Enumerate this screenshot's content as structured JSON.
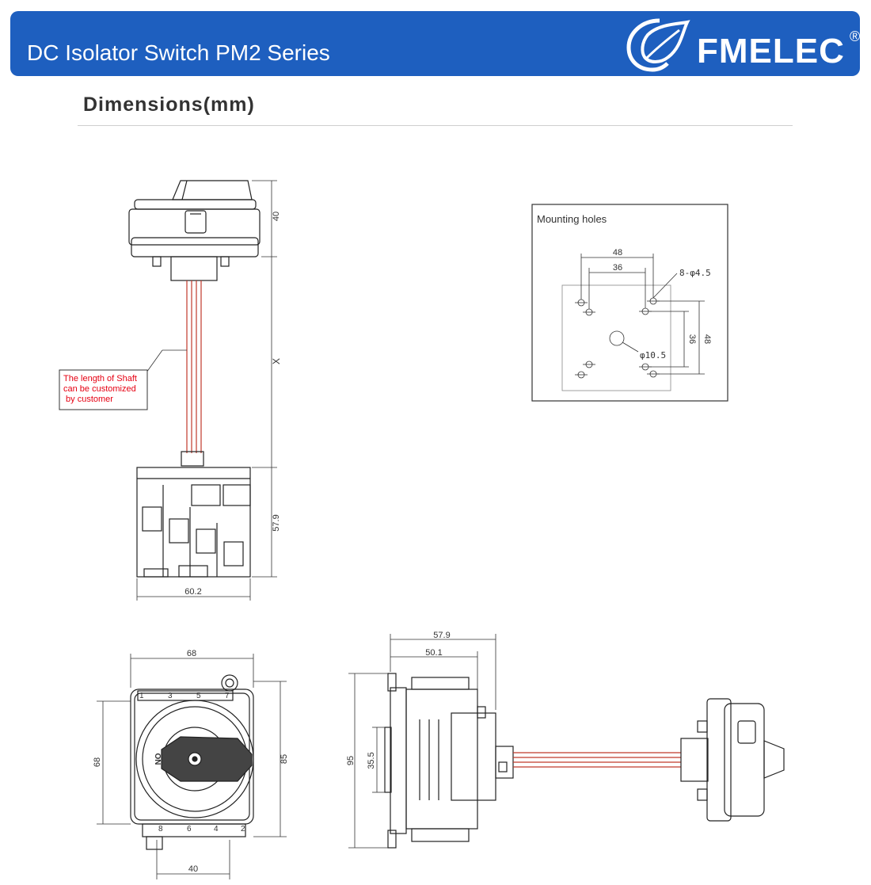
{
  "header": {
    "title": "DC Isolator Switch PM2 Series",
    "brand": "FMELEC",
    "registered_mark": "®",
    "accent_color": "#1e5fbf"
  },
  "section": {
    "title": "Dimensions(mm)"
  },
  "side_view": {
    "dim_top": "40",
    "dim_shaft": "X",
    "dim_body_height": "57.9",
    "dim_body_width": "60.2",
    "note_lines": [
      "The length of Shaft",
      "can be customized",
      " by customer"
    ],
    "note_color": "#e60012"
  },
  "mounting_holes": {
    "title": "Mounting holes",
    "dim_outer_h": "48",
    "dim_inner_h": "36",
    "hole_label": "8-φ4.5",
    "center_label": "φ10.5",
    "dim_inner_v": "36",
    "dim_outer_v": "48"
  },
  "front_view": {
    "dim_width": "68",
    "dim_height_inner": "68",
    "dim_height_outer": "85",
    "dim_bottom": "40",
    "terminals_top": [
      "1",
      "3",
      "5",
      "7"
    ],
    "terminals_bottom": [
      "8",
      "6",
      "4",
      "2"
    ],
    "switch_label": "ON"
  },
  "profile_view": {
    "dim_top_outer": "57.9",
    "dim_top_inner": "50.1",
    "dim_height": "95",
    "dim_inner_height": "35.5"
  }
}
